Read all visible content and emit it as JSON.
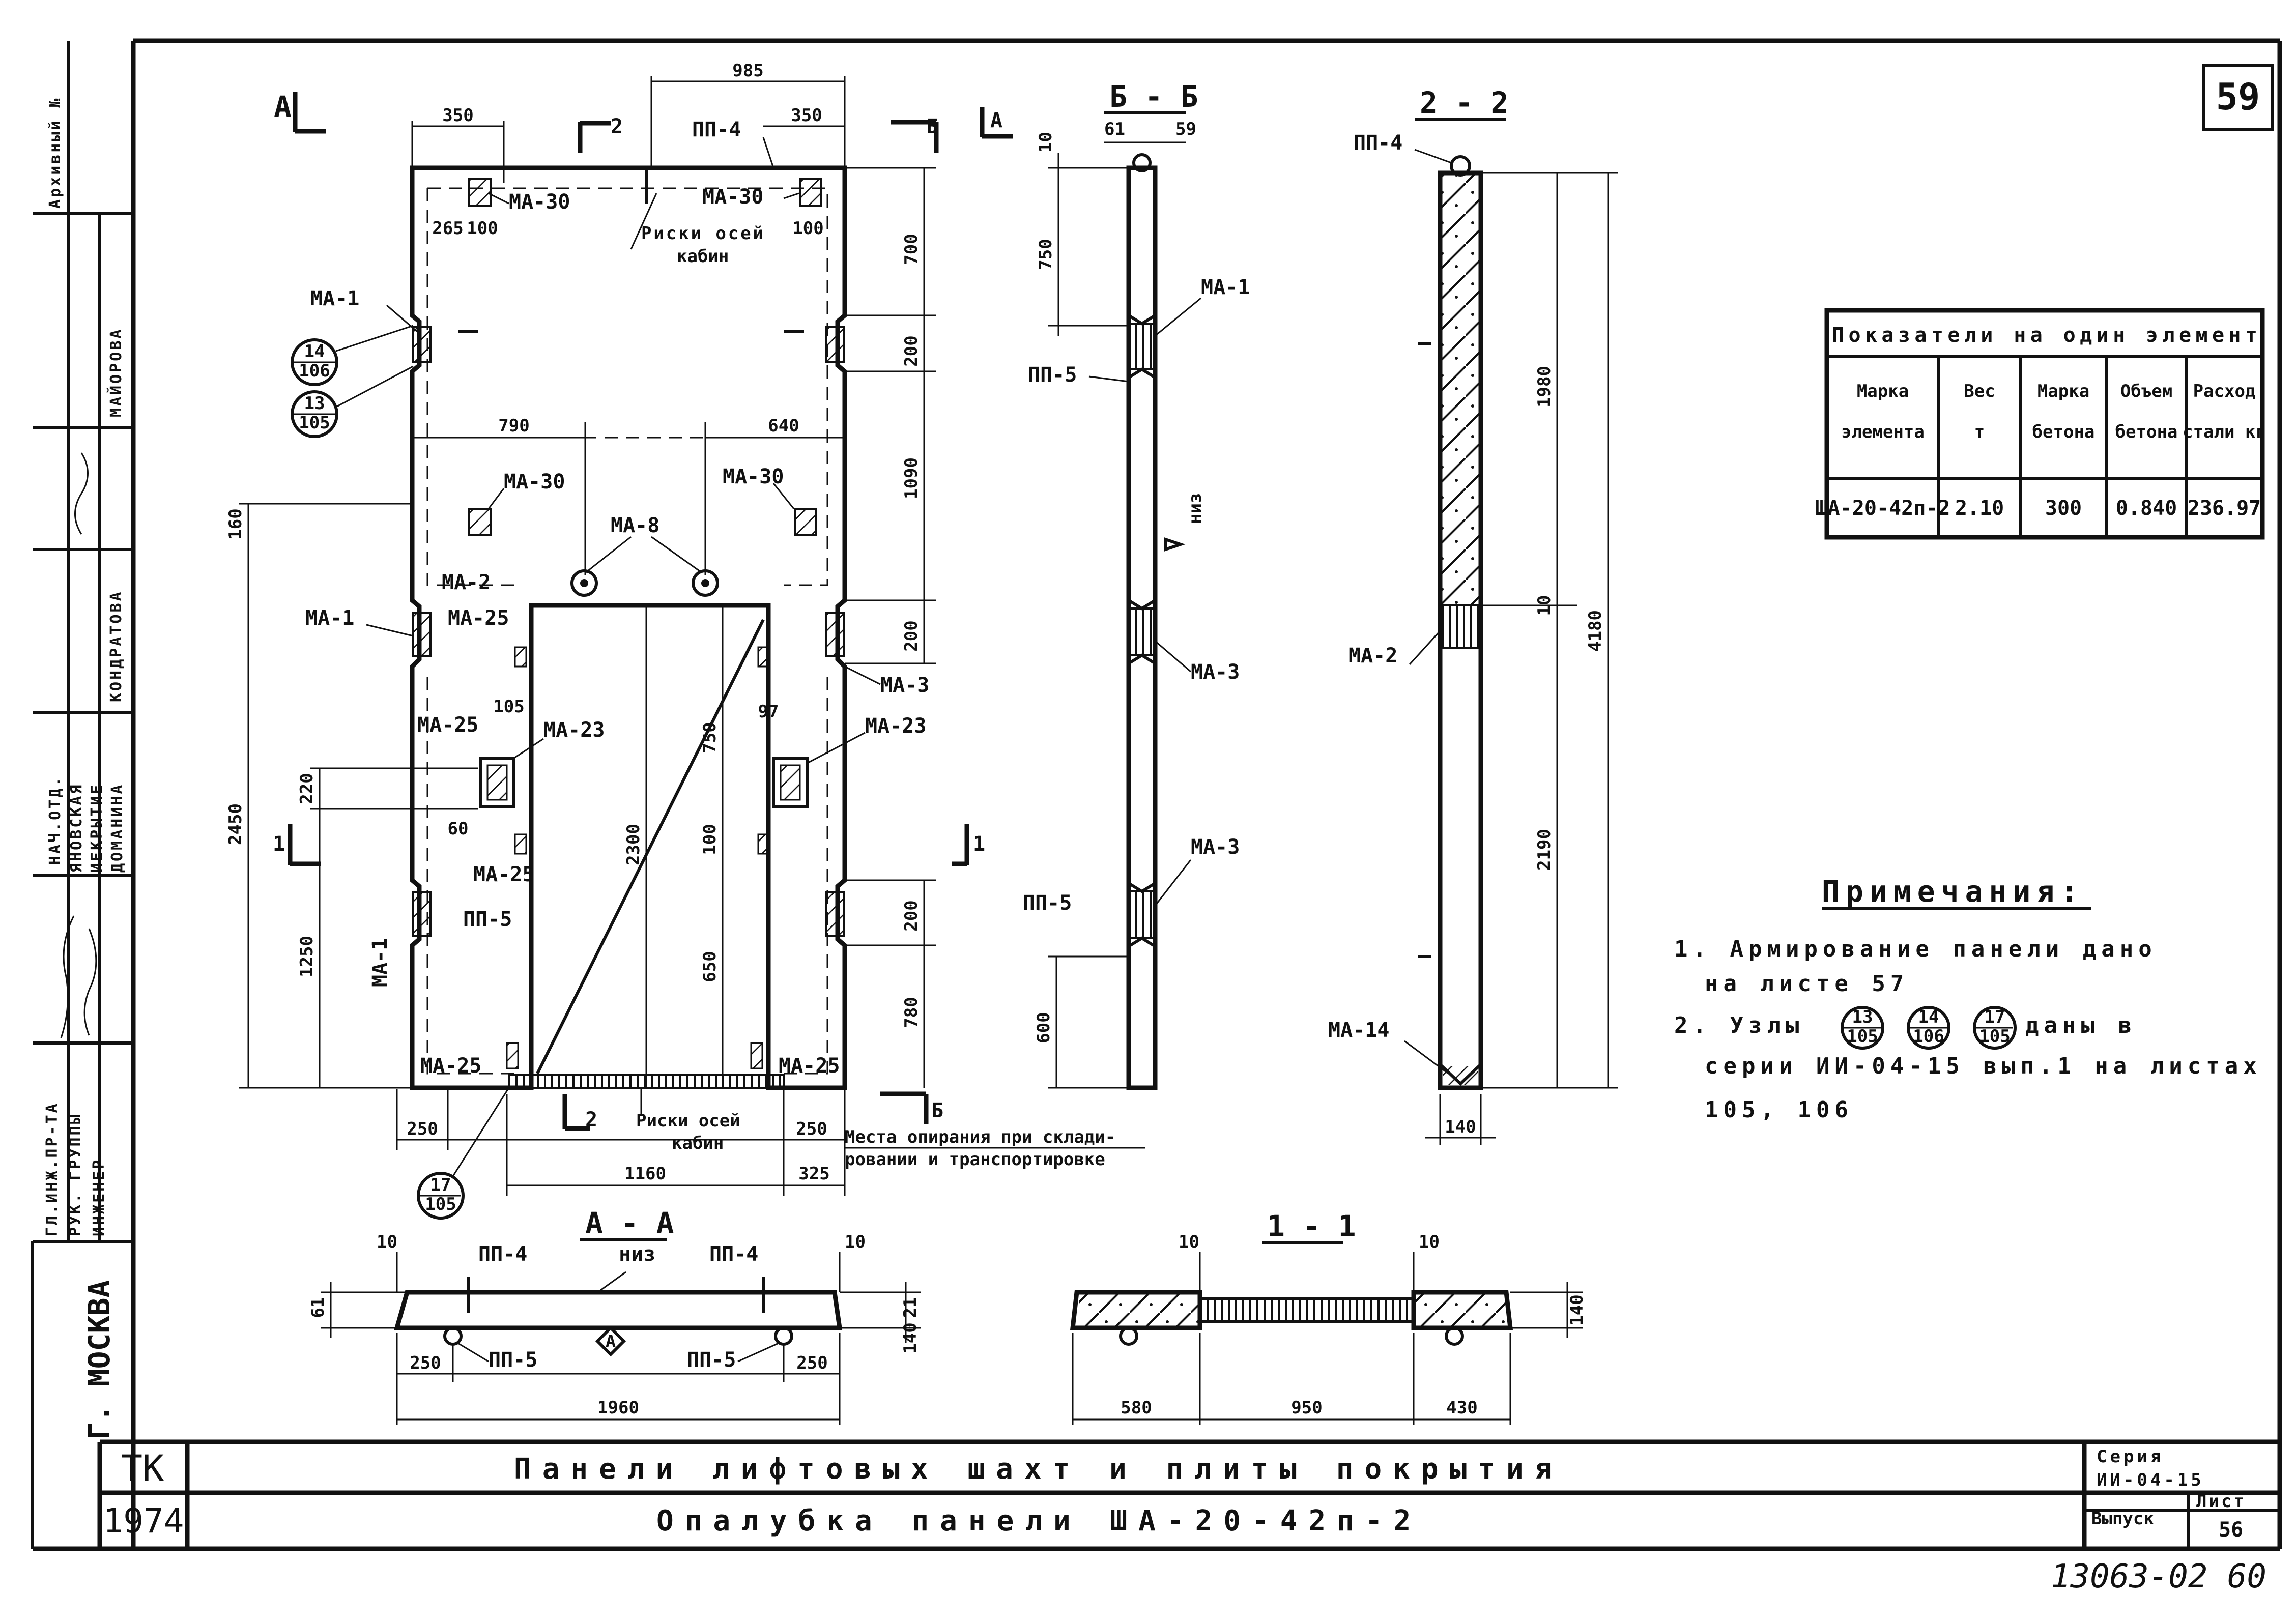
{
  "sheet": {
    "sheet_number": "59",
    "handwritten_number": "13063-02 60",
    "city": "Г. МОСКВА"
  },
  "side_stamp": {
    "cells": [
      "Архивный №",
      "МАЙОРОВА",
      "КОНДРАТОВА",
      "НАЧ.ОТД.",
      "ГЛ.ИНЖ.ПР-ТА",
      "РУК. ГРУППЫ",
      "ИНЖЕНЕР",
      "ЯНОВСКАЯ",
      "ИЕКРЫТИЕ",
      "ДОМАНИНА"
    ]
  },
  "title_block": {
    "org": "ТК",
    "year": "1974",
    "title_main": "Панели лифтовых шахт и плиты покрытия",
    "title_sub": "Опалубка панели ША-20-42п-2",
    "series_label": "Серия",
    "series_value": "ИИ-04-15",
    "issue_label": "Выпуск",
    "sheet_label": "Лист",
    "sheet_value": "56"
  },
  "table": {
    "header": "Показатели на один элемент",
    "columns": [
      {
        "l1": "Марка",
        "l2": "элемента"
      },
      {
        "l1": "Вес",
        "l2": "т"
      },
      {
        "l1": "Марка",
        "l2": "бетона"
      },
      {
        "l1": "Объем",
        "l2": "бетона"
      },
      {
        "l1": "Расход",
        "l2": "стали кг"
      }
    ],
    "row": [
      "ША-20-42п-2",
      "2.10",
      "300",
      "0.840",
      "236.97"
    ]
  },
  "notes": {
    "title": "Примечания:",
    "n1a": "1. Армирование панели дано",
    "n1b": "на листе 57",
    "n2a": "2. Узлы",
    "n2b": "даны в",
    "n2c": "серии ИИ-04-15 вып.1 на листах",
    "n2d": "105, 106",
    "nodes": [
      [
        "13",
        "105"
      ],
      [
        "14",
        "106"
      ],
      [
        "17",
        "105"
      ]
    ]
  },
  "sections": {
    "bb": "Б - Б",
    "s22": "2 - 2",
    "aa": "А - А",
    "s11": "1 - 1",
    "cut_a": "А",
    "cut_b": "Б",
    "cut_1": "1",
    "cut_2": "2"
  },
  "labels": {
    "ma30": "МА-30",
    "ma1": "МА-1",
    "ma2": "МА-2",
    "ma3": "МА-3",
    "ma8": "МА-8",
    "ma23": "МА-23",
    "ma25": "МА-25",
    "ma14": "МА-14",
    "pp4": "ПП-4",
    "pp5": "ПП-5",
    "niz": "низ",
    "axis_marks": "Риски осей кабин",
    "support": "Места опирания при складировании и транспортировке"
  },
  "node_refs": {
    "n14": [
      "14",
      "106"
    ],
    "n13": [
      "13",
      "105"
    ],
    "n17": [
      "17",
      "105"
    ]
  },
  "dims": {
    "top_985": "985",
    "top_350a": "350",
    "top_350b": "350",
    "d265": "265",
    "d100a": "100",
    "d100b": "100",
    "d100c": "100",
    "d700": "700",
    "d200a": "200",
    "d1090": "1090",
    "d200b": "200",
    "d790": "790",
    "d640": "640",
    "d160": "160",
    "d2450": "2450",
    "d1250": "1250",
    "d220": "220",
    "d2300": "2300",
    "d750": "750",
    "d650": "650",
    "d100d": "100",
    "d200c": "200",
    "d780": "780",
    "d1053": "105",
    "d97": "97",
    "d60": "60",
    "d250a": "250",
    "d250b": "250",
    "d1160": "1160",
    "d325": "325",
    "bb_10": "10",
    "bb_61": "61",
    "bb_59": "59",
    "bb_750": "750",
    "bb_600": "600",
    "s22_1980": "1980",
    "s22_4180": "4180",
    "s22_2190": "2190",
    "s22_10": "10",
    "s22_140": "140",
    "aa_10a": "10",
    "aa_10b": "10",
    "aa_61": "61",
    "aa_21": "21",
    "aa_140": "140",
    "aa_250a": "250",
    "aa_250b": "250",
    "aa_1960": "1960",
    "s11_10a": "10",
    "s11_10b": "10",
    "s11_140": "140",
    "s11_580": "580",
    "s11_950": "950",
    "s11_430": "430"
  }
}
